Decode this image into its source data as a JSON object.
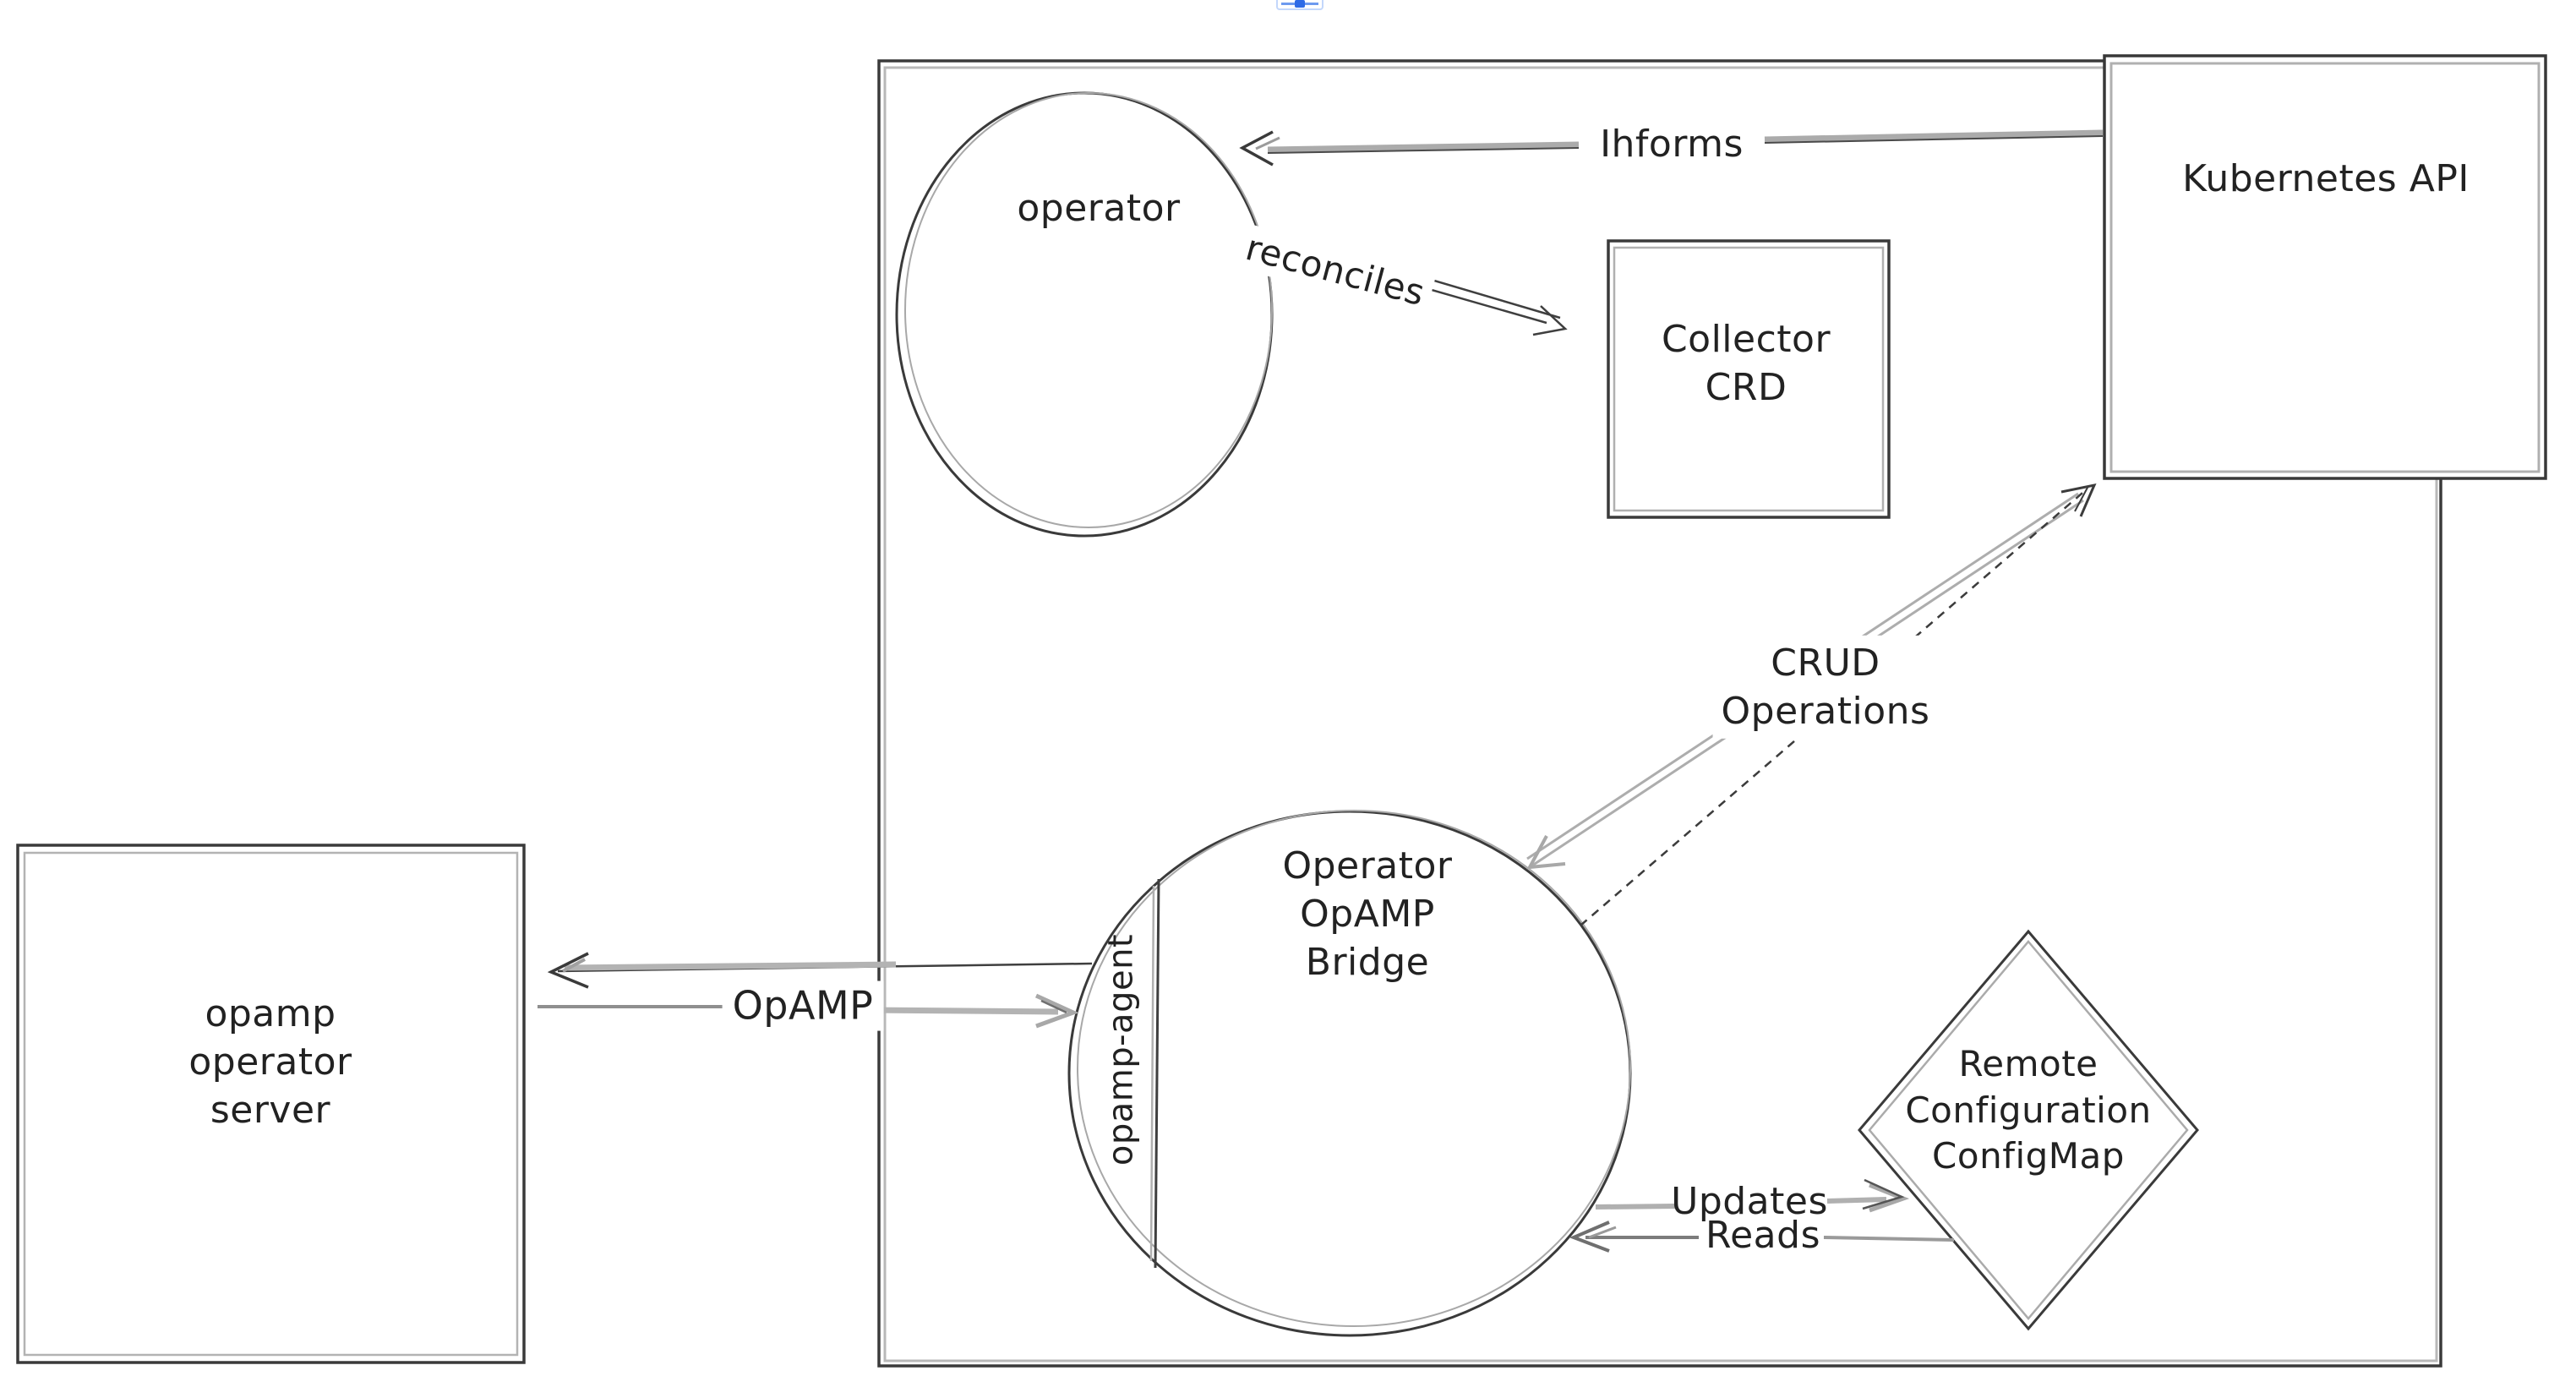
{
  "diagram_title": "operator opamp bridge architecture sketch",
  "nodes": {
    "operator_circle": {
      "label": "operator"
    },
    "kubernetes_api": {
      "label": "Kubernetes API"
    },
    "collector_crd": {
      "line1": "Collector",
      "line2": "CRD"
    },
    "opamp_bridge": {
      "line1": "Operator",
      "line2": "OpAMP",
      "line3": "Bridge",
      "agent_label": "opamp-agent"
    },
    "opamp_server": {
      "line1": "opamp",
      "line2": "operator",
      "line3": "server"
    },
    "remote_configmap": {
      "line1": "Remote",
      "line2": "Configuration",
      "line3": "ConfigMap"
    }
  },
  "edges": {
    "informs": {
      "label": "Ihforms"
    },
    "reconciles": {
      "label": "reconciles"
    },
    "crud": {
      "line1": "CRUD",
      "line2": "Operations"
    },
    "opamp": {
      "label": "OpAMP"
    },
    "updates": {
      "label": "Updates"
    },
    "reads": {
      "label": "Reads"
    }
  },
  "colors": {
    "ink": "#333333",
    "sketch_echo_gray": "#b0b0b0",
    "arrow_gray": "#ababab",
    "handle_blue": "#2e6be6",
    "background": "#ffffff"
  }
}
